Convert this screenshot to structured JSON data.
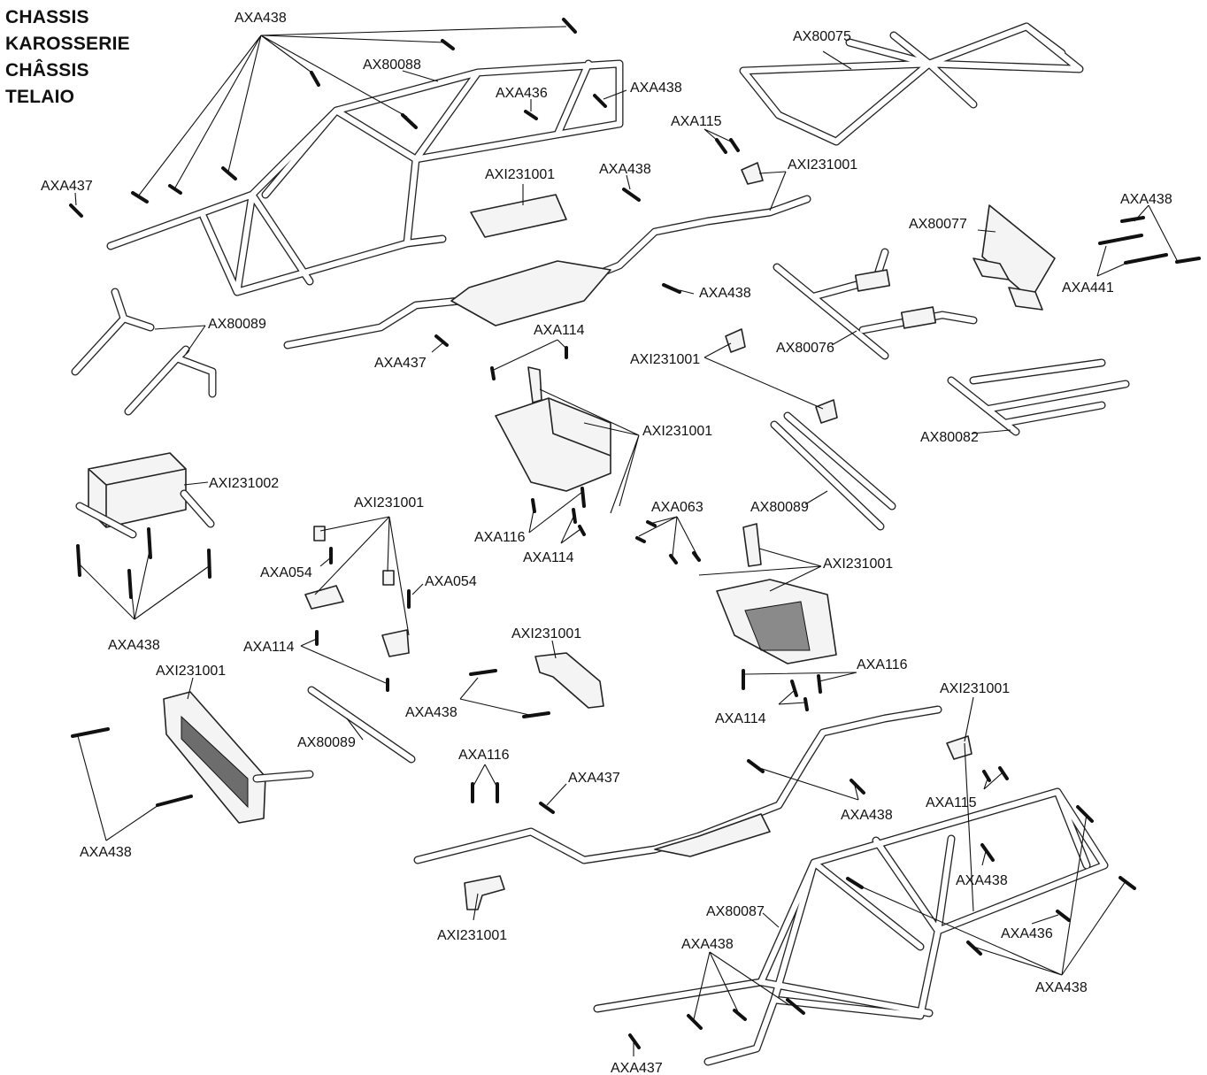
{
  "title_lines": [
    "CHASSIS",
    "KAROSSERIE",
    "CHÂSSIS",
    "TELAIO"
  ],
  "callouts": {
    "c1": "AXA438",
    "c2": "AX80088",
    "c3": "AXA436",
    "c4": "AXA438",
    "c5": "AX80075",
    "c6": "AXA115",
    "c7": "AXI231001",
    "c8": "AXA437",
    "c9": "AXI231001",
    "c10": "AXA438",
    "c11": "AXA438",
    "c12": "AX80077",
    "c13": "AXA441",
    "c14": "AXA438",
    "c15": "AX80089",
    "c16": "AXA437",
    "c17": "AXA114",
    "c18": "AXI231001",
    "c19": "AX80076",
    "c20": "AXI231001",
    "c21": "AX80082",
    "c22": "AXI231002",
    "c23": "AXI231001",
    "c24": "AXA063",
    "c25": "AX80089",
    "c26": "AXA116",
    "c27": "AXA114",
    "c28": "AXA054",
    "c29": "AXA054",
    "c30": "AXI231001",
    "c31": "AXA438",
    "c32": "AXI231001",
    "c33": "AXA114",
    "c34": "AXA116",
    "c35": "AXI231001",
    "c36": "AXA438",
    "c37": "AXA114",
    "c38": "AX80089",
    "c39": "AXI231001",
    "c40": "AXA116",
    "c41": "AXA437",
    "c42": "AXA438",
    "c43": "AXA115",
    "c44": "AXA438",
    "c45": "AXA438",
    "c46": "AXI231001",
    "c47": "AX80087",
    "c48": "AXA438",
    "c49": "AXA436",
    "c50": "AXA438",
    "c51": "AXA437"
  }
}
